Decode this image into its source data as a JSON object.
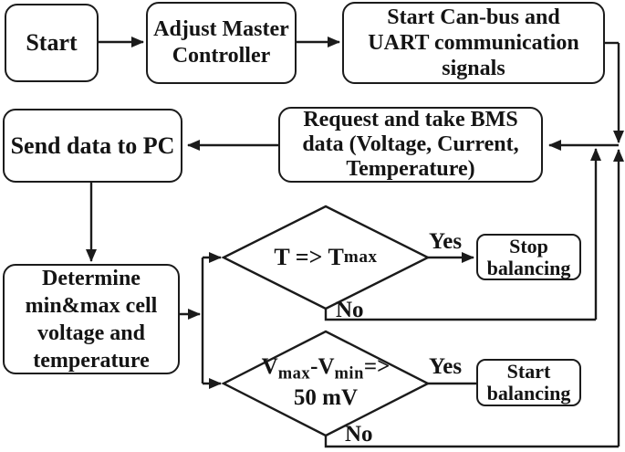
{
  "diagram": {
    "type": "flowchart",
    "colors": {
      "ink": "#1b1b1b",
      "background": "#ffffff"
    },
    "boxes": {
      "start": "Start",
      "adjust": "Adjust Master\nController",
      "canbus": "Start Can-bus and\nUART communication\nsignals",
      "send": "Send data to PC",
      "request": "Request and take BMS\ndata (Voltage, Current,\nTemperature)",
      "determine": "Determine\nmin&max cell\nvoltage and\ntemperature",
      "stop_balancing": "Stop\nbalancing",
      "start_balancing": "Start\nbalancing"
    },
    "decision1": {
      "text": "T => T",
      "subscript": "max"
    },
    "decision2": {
      "v1": "V",
      "sub1": "max",
      "mid": "-V",
      "sub2": "min",
      "op": "=>",
      "line2": "50 mV"
    },
    "labels": {
      "d1_yes": "Yes",
      "d1_no": "No",
      "d2_yes": "Yes",
      "d2_no": "No"
    }
  }
}
